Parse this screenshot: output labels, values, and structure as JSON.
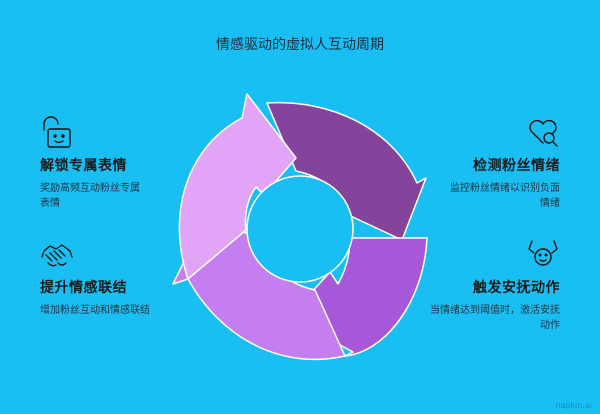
{
  "title": "情感驱动的虚拟人互动周期",
  "blocks": {
    "unlock": {
      "heading": "解锁专属表情",
      "desc": "奖励高频互动粉丝专属表情",
      "icon": "unlocked-padlock-smile-icon"
    },
    "detect": {
      "heading": "检测粉丝情绪",
      "desc": "监控粉丝情绪以识别负面情绪",
      "icon": "heart-magnifier-icon"
    },
    "bond": {
      "heading": "提升情感联结",
      "desc": "增加粉丝互动和情感联结",
      "icon": "handshake-icon"
    },
    "comfort": {
      "heading": "触发安抚动作",
      "desc": "当情绪达到阈值时，激活安抚动作",
      "icon": "cupped-hands-smile-icon"
    }
  },
  "cycle_colors": {
    "top_right": "#84449c",
    "bottom_right": "#a758d8",
    "bottom_left": "#c57ef0",
    "top_left": "#e2a4f7"
  },
  "background": "#19bff3",
  "watermark": "napkin.ai"
}
